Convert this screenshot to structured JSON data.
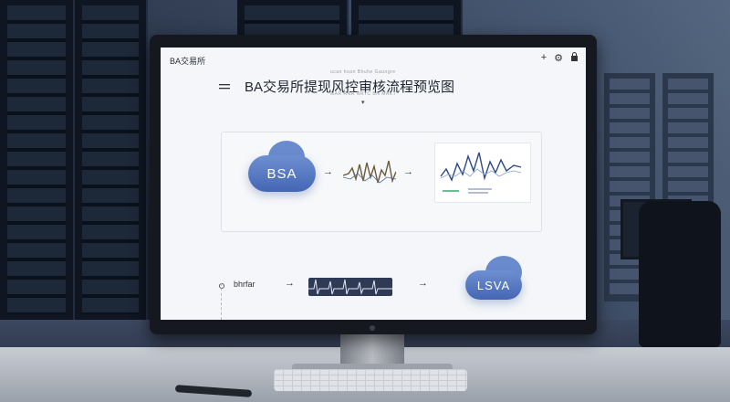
{
  "app": {
    "window_title": "BA交易所",
    "toolbar": {
      "add": "+",
      "settings": "⚙",
      "lock": "🔒"
    }
  },
  "page": {
    "title": "BA交易所提现风控审核流程预览图",
    "subtitle": "ucan hoan  Bhuhe Gaungre",
    "subtitle2": "MAR  RNR NRTC BN  MAKT"
  },
  "flow": {
    "top_node": "BSA",
    "bottom_node": "LSVA",
    "bottom_label": "bhrfar",
    "arrow": "→"
  },
  "colors": {
    "node_blue": "#5275c0",
    "wave_dark": "#2e3a56",
    "screen_bg": "#f4f6f9"
  }
}
